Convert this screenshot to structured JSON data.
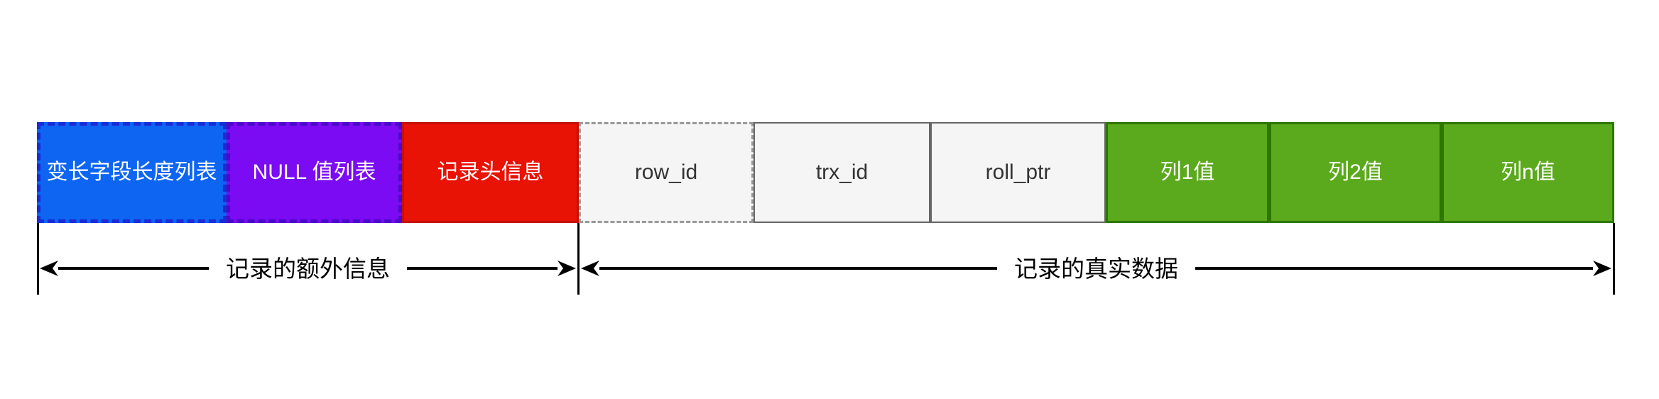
{
  "diagram": {
    "record_boxes": [
      {
        "key": "varlen-length-list",
        "label": "变长字段长度列表",
        "fill": "#0D65F2",
        "border_color": "#1A2BD8",
        "border_style": "dashed",
        "text_color": "#FFFFFF"
      },
      {
        "key": "null-value-list",
        "label": "NULL 值列表",
        "fill": "#7A0BF2",
        "border_color": "#4A0AC8",
        "border_style": "dashed",
        "text_color": "#FFFFFF"
      },
      {
        "key": "record-header",
        "label": "记录头信息",
        "fill": "#E81205",
        "border_color": "#C51004",
        "border_style": "solid",
        "text_color": "#FFFFFF"
      },
      {
        "key": "row-id",
        "label": "row_id",
        "fill": "#F5F5F5",
        "border_color": "#999999",
        "border_style": "dashed",
        "text_color": "#333333"
      },
      {
        "key": "trx-id",
        "label": "trx_id",
        "fill": "#F5F5F5",
        "border_color": "#666666",
        "border_style": "solid",
        "text_color": "#333333"
      },
      {
        "key": "roll-ptr",
        "label": "roll_ptr",
        "fill": "#F5F5F5",
        "border_color": "#666666",
        "border_style": "solid",
        "text_color": "#333333"
      },
      {
        "key": "col1-value",
        "label": "列1值",
        "fill": "#5BA91C",
        "border_color": "#2D7600",
        "border_style": "solid",
        "text_color": "#FFFFFF"
      },
      {
        "key": "col2-value",
        "label": "列2值",
        "fill": "#5BA91C",
        "border_color": "#2D7600",
        "border_style": "solid",
        "text_color": "#FFFFFF"
      },
      {
        "key": "coln-value",
        "label": "列n值",
        "fill": "#5BA91C",
        "border_color": "#2D7600",
        "border_style": "solid",
        "text_color": "#FFFFFF"
      }
    ],
    "spans": [
      {
        "key": "extra-info",
        "label": "记录的额外信息"
      },
      {
        "key": "real-data",
        "label": "记录的真实数据"
      }
    ],
    "line_color": "#000000"
  }
}
